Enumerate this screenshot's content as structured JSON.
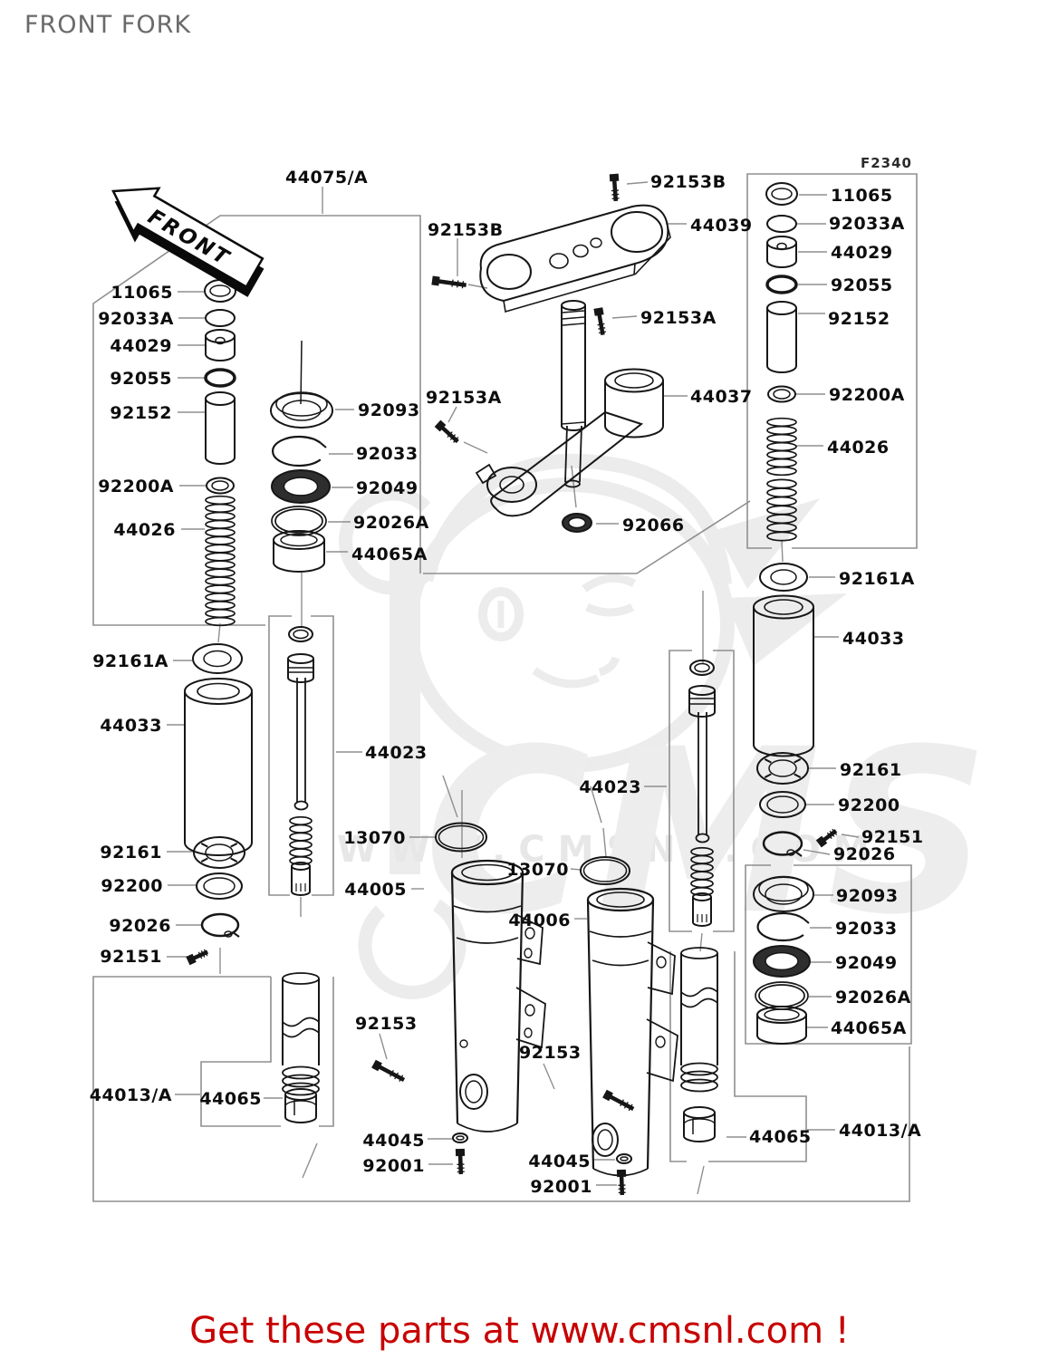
{
  "page": {
    "title": "FRONT FORK",
    "diagram_code": "F2340",
    "front_arrow": "FRONT",
    "footer": "Get these parts at www.cmsnl.com !",
    "watermark": {
      "big": "CMS",
      "url": "WWW.CMSNL.COM"
    },
    "colors": {
      "label": "#0d0d0d",
      "outline_gray": "#8f8f8f",
      "part_black": "#161616",
      "footer_red": "#c80000",
      "title_gray": "#6a6a6a",
      "watermark_gray": "#ececec"
    }
  },
  "labels": [
    "44075/A",
    "92153B",
    "44039",
    "92153B",
    "92153A",
    "92153A",
    "44037",
    "92066",
    "11065",
    "92033A",
    "44029",
    "92055",
    "92152",
    "92200A",
    "44026",
    "92161A",
    "44033",
    "92161",
    "92200",
    "92151",
    "92026",
    "92093",
    "92033",
    "92049",
    "92026A",
    "44065A",
    "11065",
    "92033A",
    "44029",
    "92055",
    "92152",
    "92200A",
    "44026",
    "92093",
    "92033",
    "92049",
    "92026A",
    "44065A",
    "92161A",
    "44033",
    "92161",
    "92200",
    "92026",
    "92151",
    "44023",
    "13070",
    "44005",
    "44023",
    "13070",
    "44006",
    "92153",
    "44045",
    "92001",
    "92153",
    "44045",
    "92001",
    "44013/A",
    "44065",
    "44065",
    "44013/A"
  ]
}
